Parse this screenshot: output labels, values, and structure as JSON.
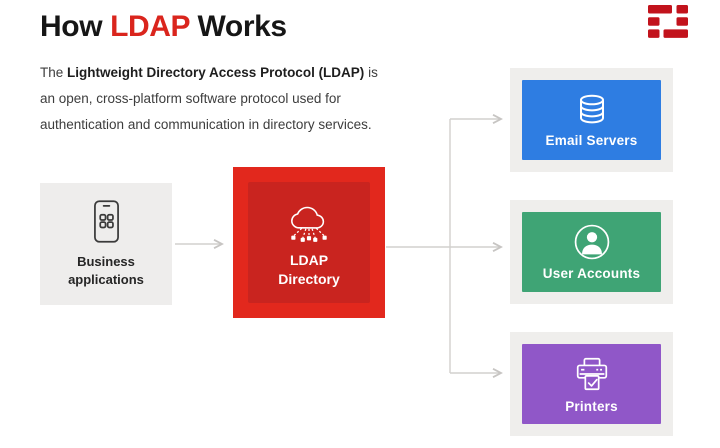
{
  "title": {
    "part1": "How ",
    "part2": "LDAP",
    "part3": " Works"
  },
  "intro": {
    "part1": "The ",
    "part2_bold": "Lightweight Directory Access Protocol (LDAP)",
    "part3": " is an open, cross-platform software protocol used for authentication and communication in directory services."
  },
  "nodes": {
    "business": {
      "line1": "Business",
      "line2": "applications",
      "icon": "smartphone-apps-icon"
    },
    "ldap": {
      "line1": "LDAP",
      "line2": "Directory",
      "icon": "cloud-directory-icon"
    },
    "targets": [
      {
        "label": "Email Servers",
        "icon": "database-icon",
        "color": "#2e7de2"
      },
      {
        "label": "User Accounts",
        "icon": "user-icon",
        "color": "#3fa475"
      },
      {
        "label": "Printers",
        "icon": "printer-icon",
        "color": "#9057c8"
      }
    ]
  },
  "logo": {
    "name": "fortinet-logo",
    "color": "#c2131c"
  },
  "colors": {
    "title_accent_red": "#da251d",
    "ldap_outer_red": "#e2281d",
    "ldap_inner_red": "#c9241f",
    "business_gray": "#eeedec",
    "frame_gray": "#efeeec",
    "arrow_gray": "#d2d0ce",
    "text_dark": "#262626",
    "background": "#ffffff"
  }
}
